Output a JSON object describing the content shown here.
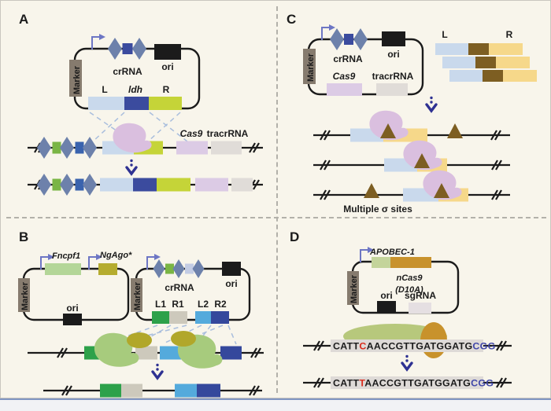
{
  "figure": {
    "type": "four-panel genome-editing schematic",
    "colors": {
      "background": "#f8f5eb",
      "line": "#1b1b1b",
      "diamond_repeat": "#6d81ab",
      "navy_spacer": "#3b4b9e",
      "green_spacer": "#7ab545",
      "blue_spacer": "#3a63ae",
      "homology_pale_blue": "#c9d9ec",
      "homology_yellow_green": "#c5d438",
      "cas9_blob_pink": "#dabfdf",
      "cas9_gene_box": "#dccbe5",
      "tracrrna_box": "#e0dcd8",
      "marker_box": "#867b6e",
      "promoter_arrow": "#6d76c4",
      "process_arrow": "#2e3192",
      "fncpf1_box": "#b4d698",
      "ngago_box": "#b5ac2f",
      "cpf1_blob": "#a7cb7d",
      "ngago_ellipse": "#b1a72a",
      "l1_green": "#2da14a",
      "r1_gray": "#cdc9bc",
      "l2_blue": "#54aadc",
      "r2_navy": "#35489c",
      "sigma_brown": "#7d5e22",
      "donor_yellow": "#f6d88a",
      "apobec_green": "#c4d49b",
      "ncas9_gold": "#c8922c",
      "deaminase_ellipse": "#b7c87c",
      "seq_bar": "#dedad7",
      "seq_edited_red": "#d92b1c",
      "seq_pam_blue": "#3f46a8",
      "recombination_dash": "#a9bedd",
      "divider_dash": "#b3b1aa"
    }
  },
  "panels": {
    "a": {
      "label": "A",
      "marker": "Marker",
      "crrna": "crRNA",
      "ori": "ori",
      "l": "L",
      "gene": "ldh",
      "r": "R",
      "cas9": "Cas9",
      "tracrrna": "tracrRNA"
    },
    "b": {
      "label": "B",
      "marker1": "Marker",
      "fncpf1": "Fncpf1",
      "ngago": "NgAgo*",
      "ori1": "ori",
      "marker2": "Marker",
      "crrna": "crRNA",
      "ori2": "ori",
      "l1": "L1",
      "r1": "R1",
      "l2": "L2",
      "r2": "R2"
    },
    "c": {
      "label": "C",
      "marker": "Marker",
      "crrna": "crRNA",
      "ori": "ori",
      "cas9": "Cas9",
      "tracrrna": "tracrRNA",
      "l": "L",
      "r": "R",
      "caption": "Multiple σ sites"
    },
    "d": {
      "label": "D",
      "marker": "Marker",
      "apobec": "APOBEC-1",
      "ncas9_line1": "nCas9",
      "ncas9_line2": "(D10A)",
      "ori": "ori",
      "sgrna": "sgRNA",
      "seq_before": {
        "prefix": "CATT",
        "edited": "C",
        "middle": "AACCGTTGATGGATG",
        "pam": "CGG"
      },
      "seq_after": {
        "prefix": "CATT",
        "edited": "T",
        "middle": "AACCGTTGATGGATG",
        "pam": "CGG"
      }
    }
  }
}
